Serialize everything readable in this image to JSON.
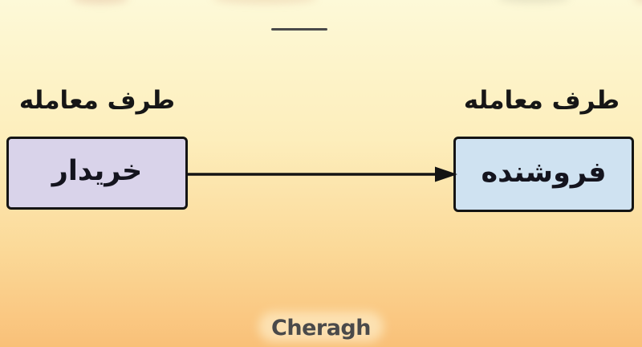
{
  "background": {
    "gradient_top": "#fdf9d8",
    "gradient_bottom": "#f9c078"
  },
  "diagram": {
    "left_party": {
      "label": "طرف معامله",
      "name": "خریدار",
      "fill": "#d9d3ea"
    },
    "right_party": {
      "label": "طرف معامله",
      "name": "فروشنده",
      "fill": "#cfe2f1"
    },
    "arrow": {
      "direction": "left-to-right",
      "color": "#141414"
    },
    "border_color": "#141414",
    "text_color": "#14141e"
  },
  "footer": {
    "brand": "Cheragh",
    "brand_color": "#4a4a4a"
  }
}
